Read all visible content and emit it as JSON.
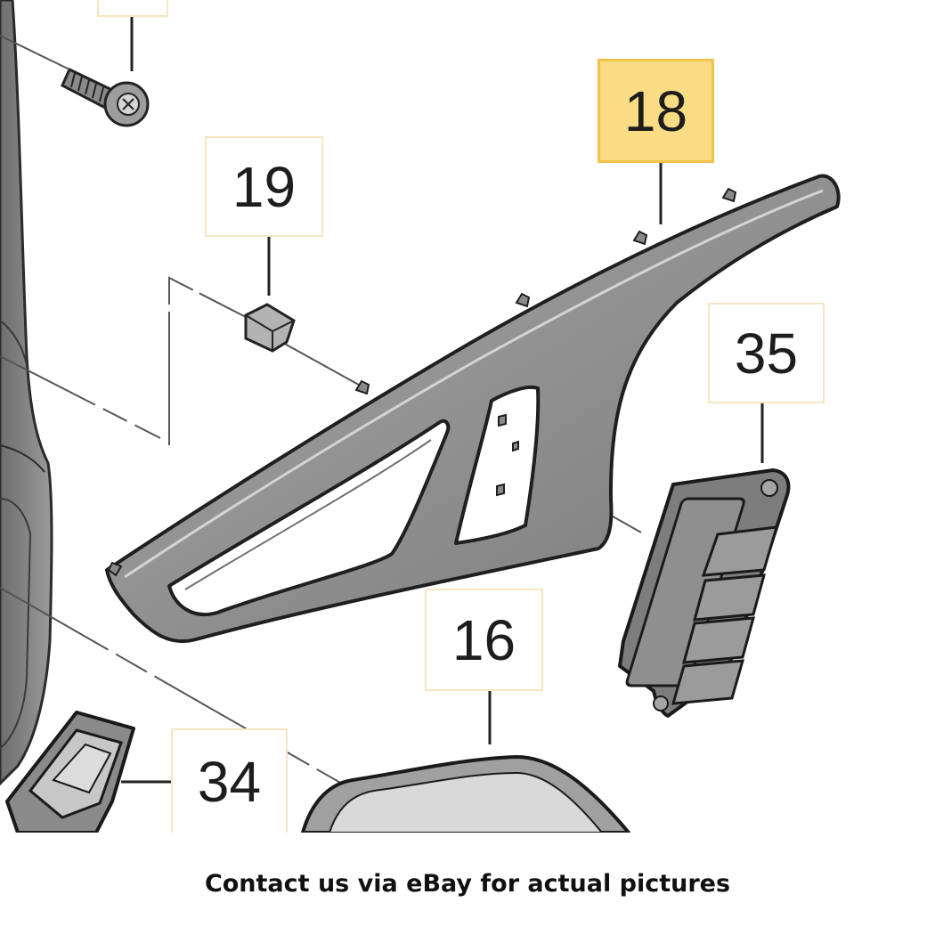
{
  "callouts": {
    "c18": "18",
    "c19": "19",
    "c35": "35",
    "c16": "16",
    "c34": "34"
  },
  "highlighted_part": "18",
  "footer": {
    "text": "Contact us via eBay for actual pictures"
  },
  "colors": {
    "highlight_fill": "#f9dc84",
    "box_border": "#f7e6c4",
    "part_fill": "#8f8f8f",
    "part_stroke": "#2b2b2b"
  }
}
